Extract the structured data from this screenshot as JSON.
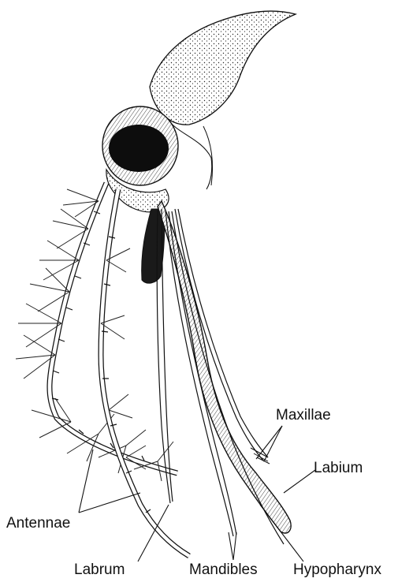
{
  "labels": {
    "maxillae": "Maxillae",
    "labium": "Labium",
    "antennae": "Antennae",
    "labrum": "Labrum",
    "mandibles": "Mandibles",
    "hypopharynx": "Hypopharynx"
  },
  "colors": {
    "ink": "#111111",
    "eye": "#0d0d0d",
    "background": "#ffffff"
  }
}
